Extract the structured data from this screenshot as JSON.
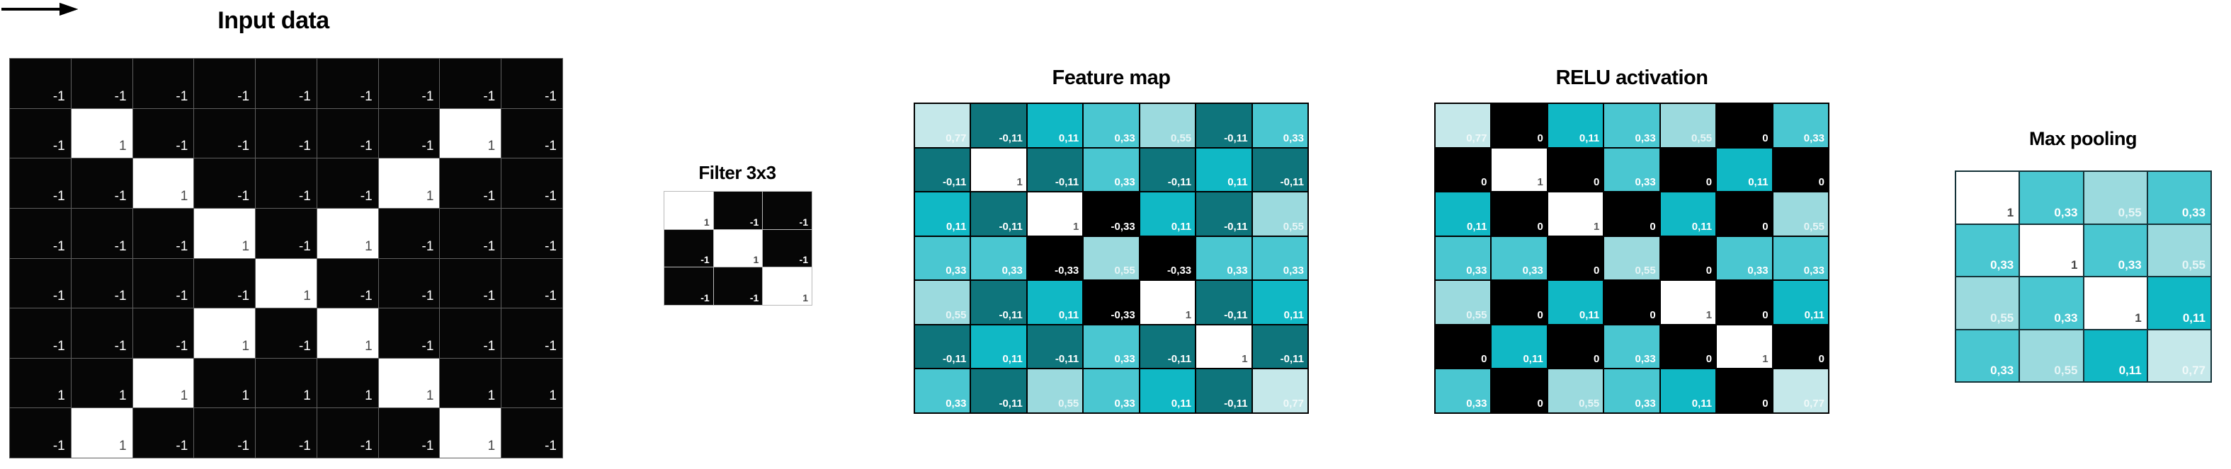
{
  "palette": {
    "1": "#ffffff",
    "-1": "#060606",
    "0": "#000000",
    "0,11": "#10b8c5",
    "0,33": "#4ac7d1",
    "0,55": "#9bdade",
    "0,77": "#c5e8ea",
    "-0,11": "#0e757c",
    "-0,33": "#000000"
  },
  "input": {
    "title": "Input data",
    "values": [
      [
        "-1",
        "-1",
        "-1",
        "-1",
        "-1",
        "-1",
        "-1",
        "-1",
        "-1"
      ],
      [
        "-1",
        "1",
        "-1",
        "-1",
        "-1",
        "-1",
        "-1",
        "1",
        "-1"
      ],
      [
        "-1",
        "-1",
        "1",
        "-1",
        "-1",
        "-1",
        "1",
        "-1",
        "-1"
      ],
      [
        "-1",
        "-1",
        "-1",
        "1",
        "-1",
        "1",
        "-1",
        "-1",
        "-1"
      ],
      [
        "-1",
        "-1",
        "-1",
        "-1",
        "1",
        "-1",
        "-1",
        "-1",
        "-1"
      ],
      [
        "-1",
        "-1",
        "-1",
        "1",
        "-1",
        "1",
        "-1",
        "-1",
        "-1"
      ],
      [
        "1",
        "1",
        "1",
        "1",
        "1",
        "1",
        "1",
        "1",
        "1"
      ],
      [
        "-1",
        "1",
        "-1",
        "-1",
        "-1",
        "-1",
        "-1",
        "1",
        "-1"
      ]
    ],
    "white_cells": [
      [
        2,
        2
      ],
      [
        2,
        8
      ],
      [
        3,
        3
      ],
      [
        3,
        7
      ],
      [
        4,
        4
      ],
      [
        4,
        6
      ],
      [
        5,
        5
      ],
      [
        6,
        4
      ],
      [
        6,
        6
      ],
      [
        7,
        3
      ],
      [
        7,
        7
      ],
      [
        8,
        2
      ],
      [
        8,
        8
      ]
    ]
  },
  "filter": {
    "title": "Filter 3x3",
    "values": [
      [
        "1",
        "-1",
        "-1"
      ],
      [
        "-1",
        "1",
        "-1"
      ],
      [
        "-1",
        "-1",
        "1"
      ]
    ]
  },
  "feature_map": {
    "title": "Feature map",
    "values": [
      [
        "0,77",
        "-0,11",
        "0,11",
        "0,33",
        "0,55",
        "-0,11",
        "0,33"
      ],
      [
        "-0,11",
        "1",
        "-0,11",
        "0,33",
        "-0,11",
        "0,11",
        "-0,11"
      ],
      [
        "0,11",
        "-0,11",
        "1",
        "-0,33",
        "0,11",
        "-0,11",
        "0,55"
      ],
      [
        "0,33",
        "0,33",
        "-0,33",
        "0,55",
        "-0,33",
        "0,33",
        "0,33"
      ],
      [
        "0,55",
        "-0,11",
        "0,11",
        "-0,33",
        "1",
        "-0,11",
        "0,11"
      ],
      [
        "-0,11",
        "0,11",
        "-0,11",
        "0,33",
        "-0,11",
        "1",
        "-0,11"
      ],
      [
        "0,33",
        "-0,11",
        "0,55",
        "0,33",
        "0,11",
        "-0,11",
        "0,77"
      ]
    ]
  },
  "relu": {
    "title": "RELU activation",
    "values": [
      [
        "0,77",
        "0",
        "0,11",
        "0,33",
        "0,55",
        "0",
        "0,33"
      ],
      [
        "0",
        "1",
        "0",
        "0,33",
        "0",
        "0,11",
        "0"
      ],
      [
        "0,11",
        "0",
        "1",
        "0",
        "0,11",
        "0",
        "0,55"
      ],
      [
        "0,33",
        "0,33",
        "0",
        "0,55",
        "0",
        "0,33",
        "0,33"
      ],
      [
        "0,55",
        "0",
        "0,11",
        "0",
        "1",
        "0",
        "0,11"
      ],
      [
        "0",
        "0,11",
        "0",
        "0,33",
        "0",
        "1",
        "0"
      ],
      [
        "0,33",
        "0",
        "0,55",
        "0,33",
        "0,11",
        "0",
        "0,77"
      ]
    ]
  },
  "max_pooling": {
    "title": "Max pooling",
    "values": [
      [
        "1",
        "0,33",
        "0,55",
        "0,33"
      ],
      [
        "0,33",
        "1",
        "0,33",
        "0,55"
      ],
      [
        "0,55",
        "0,33",
        "1",
        "0,11"
      ],
      [
        "0,33",
        "0,55",
        "0,11",
        "0,77"
      ]
    ]
  }
}
